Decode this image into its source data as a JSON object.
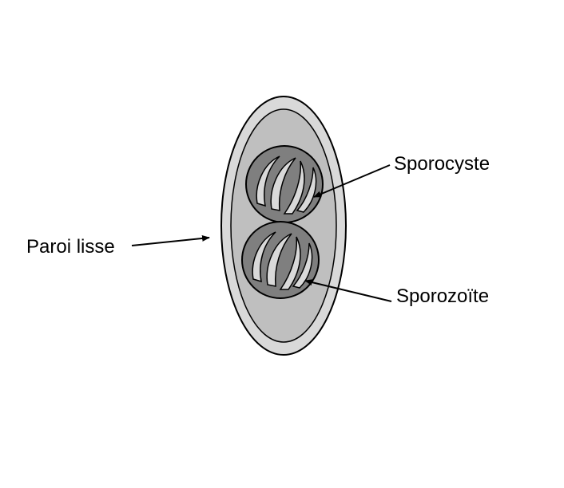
{
  "labels": {
    "sporocyste": "Sporocyste",
    "paroi_lisse": "Paroi lisse",
    "sporozoite": "Sporozoïte"
  },
  "colors": {
    "oocyst_wall": "#d9d9d9",
    "oocyst_inner": "#bfbfbf",
    "sporocyst": "#7f7f7f",
    "sporozoite": "#d9d9d9",
    "outline": "#000000"
  }
}
